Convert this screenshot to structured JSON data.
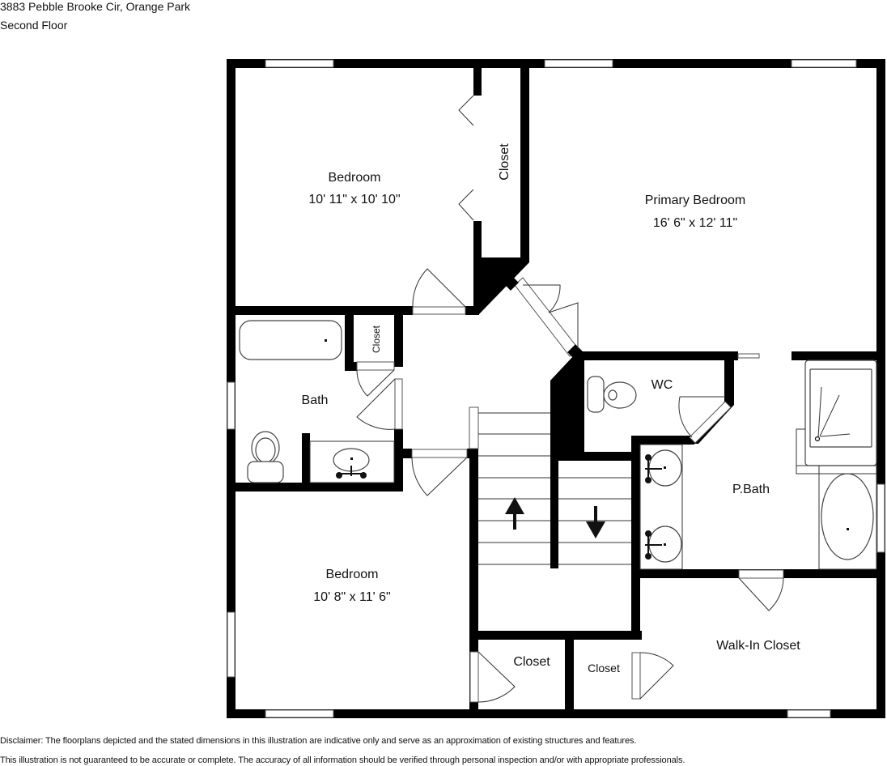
{
  "header": {
    "address": "3883 Pebble Brooke Cir, Orange Park",
    "floor": "Second Floor"
  },
  "rooms": {
    "bedroom_1": {
      "name": "Bedroom",
      "dimensions": "10' 11\" x 10' 10\""
    },
    "primary_bedroom": {
      "name": "Primary Bedroom",
      "dimensions": "16' 6\" x 12' 11\""
    },
    "bedroom_2": {
      "name": "Bedroom",
      "dimensions": "10' 8\" x 11' 6\""
    },
    "closet_bedroom_1": {
      "name": "Closet"
    },
    "bath": {
      "name": "Bath"
    },
    "closet_bath": {
      "name": "Closet"
    },
    "wc": {
      "name": "WC"
    },
    "p_bath": {
      "name": "P.Bath"
    },
    "closet_bedroom_2": {
      "name": "Closet"
    },
    "closet_hall": {
      "name": "Closet"
    },
    "walk_in_closet": {
      "name": "Walk-In Closet"
    }
  },
  "stairs": {
    "up_icon": "arrow-up",
    "down_icon": "arrow-down"
  },
  "disclaimer": {
    "line1": "Disclaimer: The floorplans depicted and the stated dimensions in this illustration are indicative only and serve as an approximation of existing structures and features.",
    "line2": "This illustration is not guaranteed to be accurate or complete. The accuracy of all information should be verified through personal inspection and/or with appropriate professionals."
  },
  "colors": {
    "wall": "#000000",
    "background": "#ffffff",
    "line": "#333333"
  }
}
